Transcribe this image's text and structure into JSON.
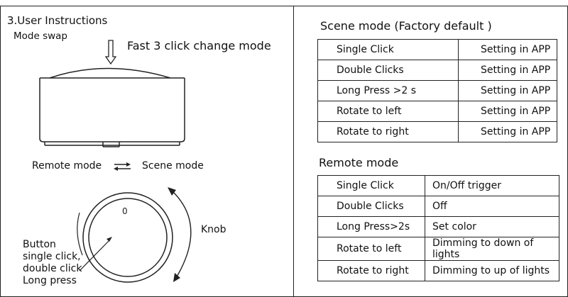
{
  "left": {
    "section_title": "3.User Instructions",
    "mode_swap": "Mode swap",
    "fast_click": "Fast 3 click change mode",
    "remote_mode": "Remote mode",
    "scene_mode": "Scene mode",
    "knob": "Knob",
    "knob_mark": "0",
    "button_desc": [
      "Button",
      "single click,",
      "double click",
      "Long press"
    ]
  },
  "scene": {
    "title": "Scene mode (Factory default )",
    "rows": [
      {
        "action": "Single Click",
        "result": "Setting in APP"
      },
      {
        "action": "Double Clicks",
        "result": "Setting in APP"
      },
      {
        "action": "Long Press >2 s",
        "result": "Setting in APP"
      },
      {
        "action": "Rotate to left",
        "result": "Setting in APP"
      },
      {
        "action": "Rotate to right",
        "result": "Setting in APP"
      }
    ]
  },
  "remote": {
    "title": "Remote mode",
    "rows": [
      {
        "action": "Single Click",
        "result": "On/Off trigger"
      },
      {
        "action": "Double Clicks",
        "result": "Off"
      },
      {
        "action": "Long Press>2s",
        "result": "Set color"
      },
      {
        "action": "Rotate to left",
        "result": "Dimming to down of lights"
      },
      {
        "action": "Rotate to right",
        "result": "Dimming to up of lights"
      }
    ]
  }
}
